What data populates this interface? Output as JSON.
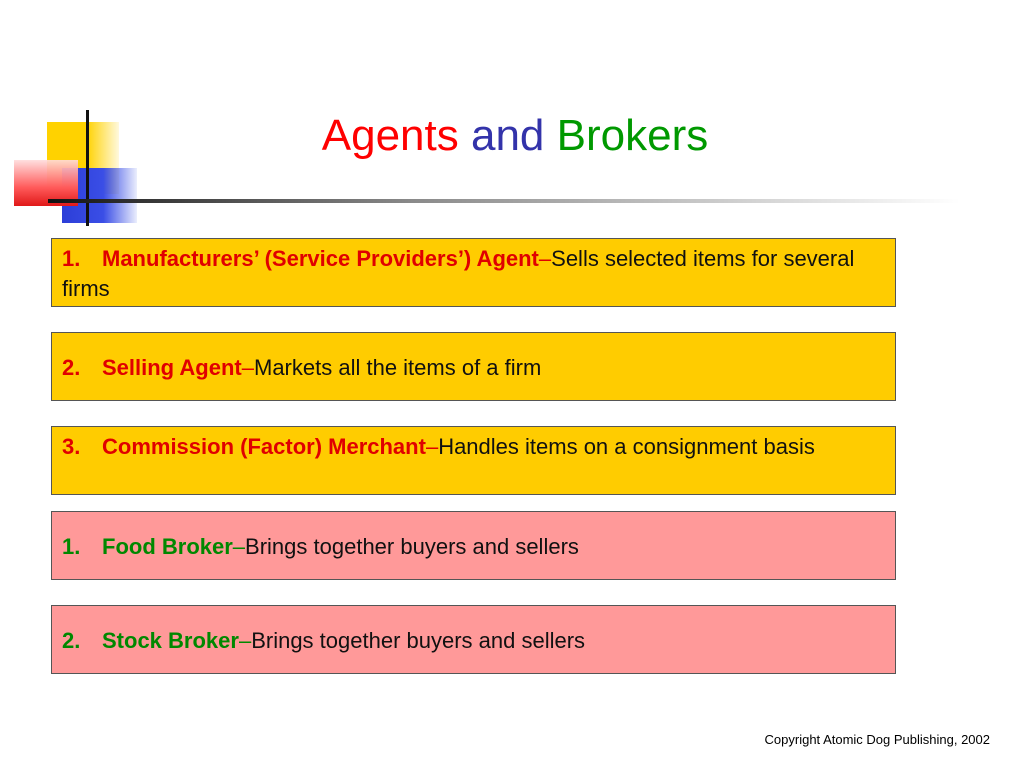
{
  "title": {
    "word1": "Agents",
    "word2": "and",
    "word3": "Brokers"
  },
  "items": [
    {
      "num": "1.",
      "term": "Manufacturers’ (Service Providers’) Agent",
      "dash": "–",
      "desc": "Sells selected items for several firms"
    },
    {
      "num": "2.",
      "term": "Selling Agent",
      "dash": "–",
      "desc": "Markets all the items of a firm"
    },
    {
      "num": "3.",
      "term": "Commission (Factor) Merchant",
      "dash": "–",
      "desc": "Handles items on a consignment basis"
    },
    {
      "num": "1.",
      "term": "Food Broker",
      "dash": "–",
      "desc": "Brings together buyers and sellers"
    },
    {
      "num": "2.",
      "term": "Stock Broker",
      "dash": "–",
      "desc": "Brings together buyers and sellers"
    }
  ],
  "colors": {
    "agent_box": "#ffcc00",
    "broker_box": "#ff9999",
    "agent_term": "#e00000",
    "broker_term": "#008800",
    "title_agents": "#ff0000",
    "title_and": "#3333aa",
    "title_brokers": "#009900"
  },
  "footer": {
    "copyright": "Copyright Atomic Dog Publishing, 2002"
  }
}
